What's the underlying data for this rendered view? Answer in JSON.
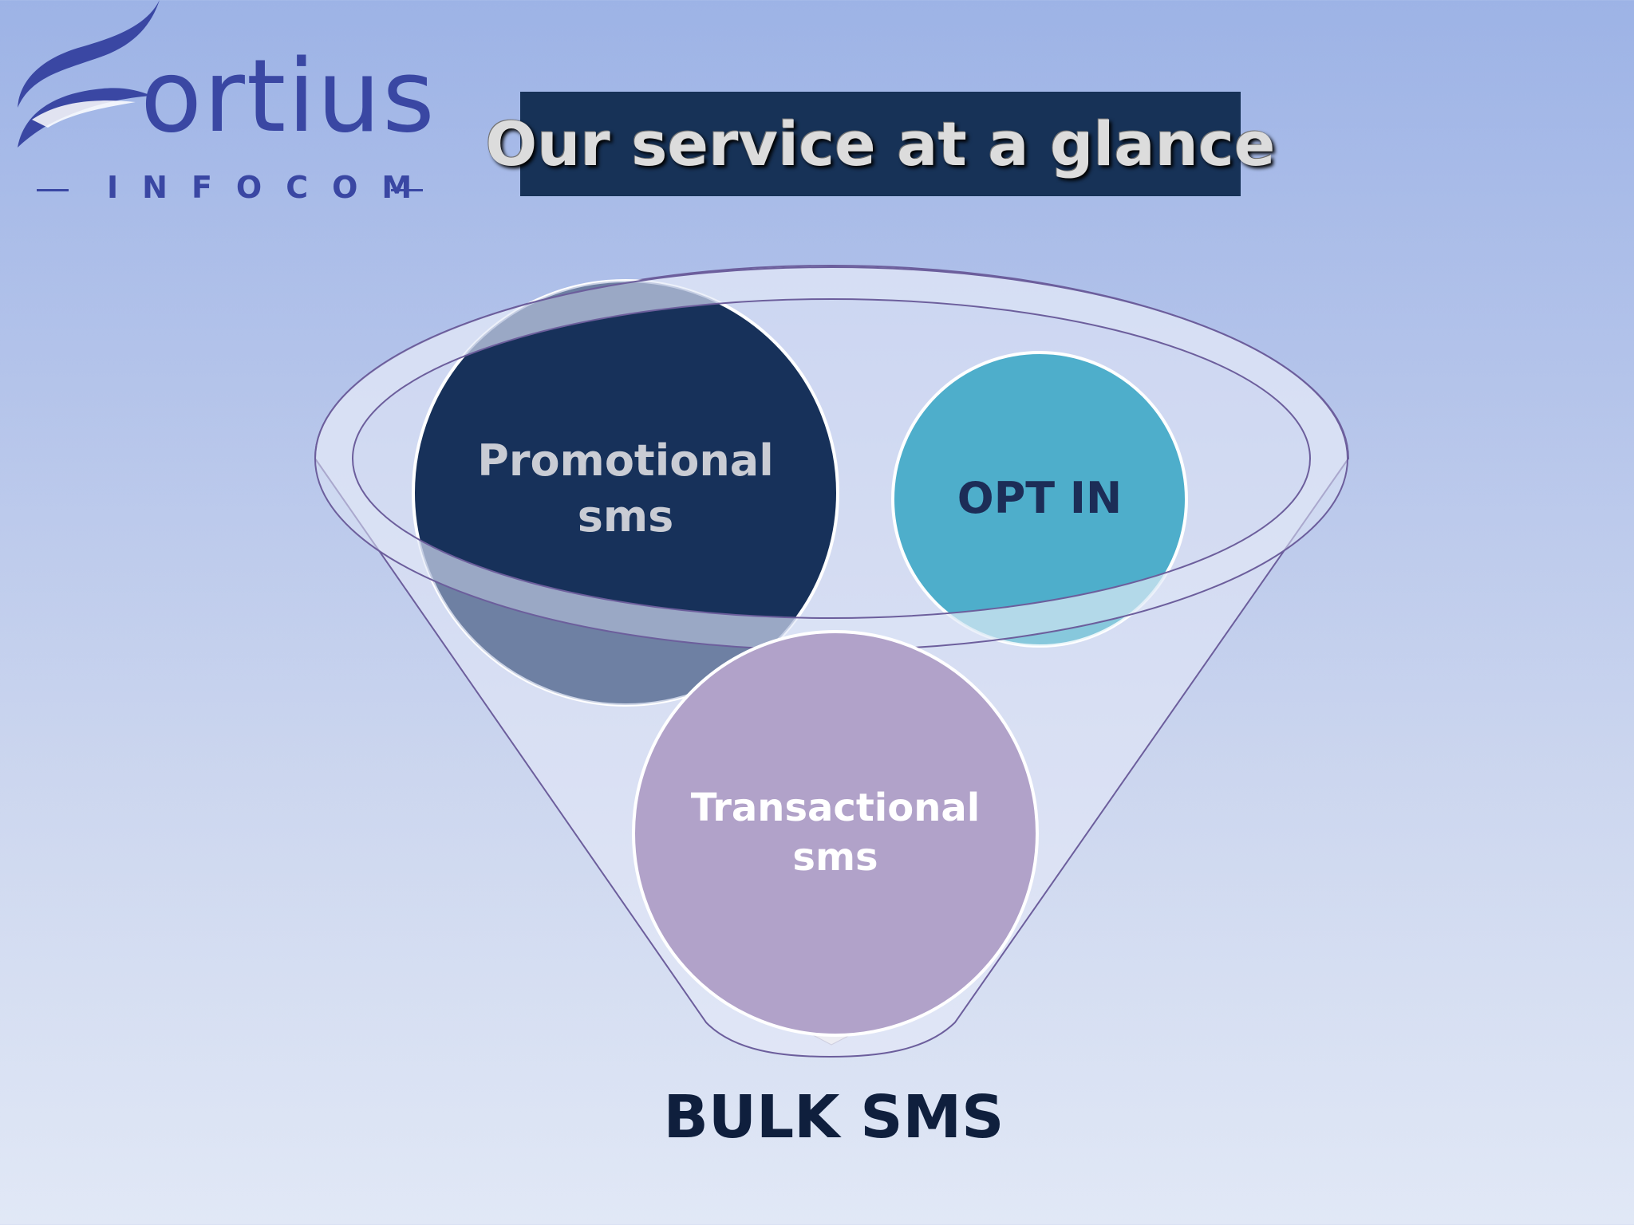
{
  "logo": {
    "wordmark": "ortius",
    "tagline": "INFOCOM"
  },
  "slide": {
    "title": "Our service at a glance"
  },
  "diagram": {
    "circles": [
      {
        "line1": "Promotional",
        "line2": "sms",
        "color": "#17315a",
        "text_color": "#c9ccd4"
      },
      {
        "line1": "OPT IN",
        "color": "#4eaecb",
        "text_color": "#1c2d57"
      },
      {
        "line1": "Transactional",
        "line2": "sms",
        "color": "#b1a2c9",
        "text_color": "#ffffff"
      }
    ],
    "funnel_label": "BULK SMS"
  }
}
